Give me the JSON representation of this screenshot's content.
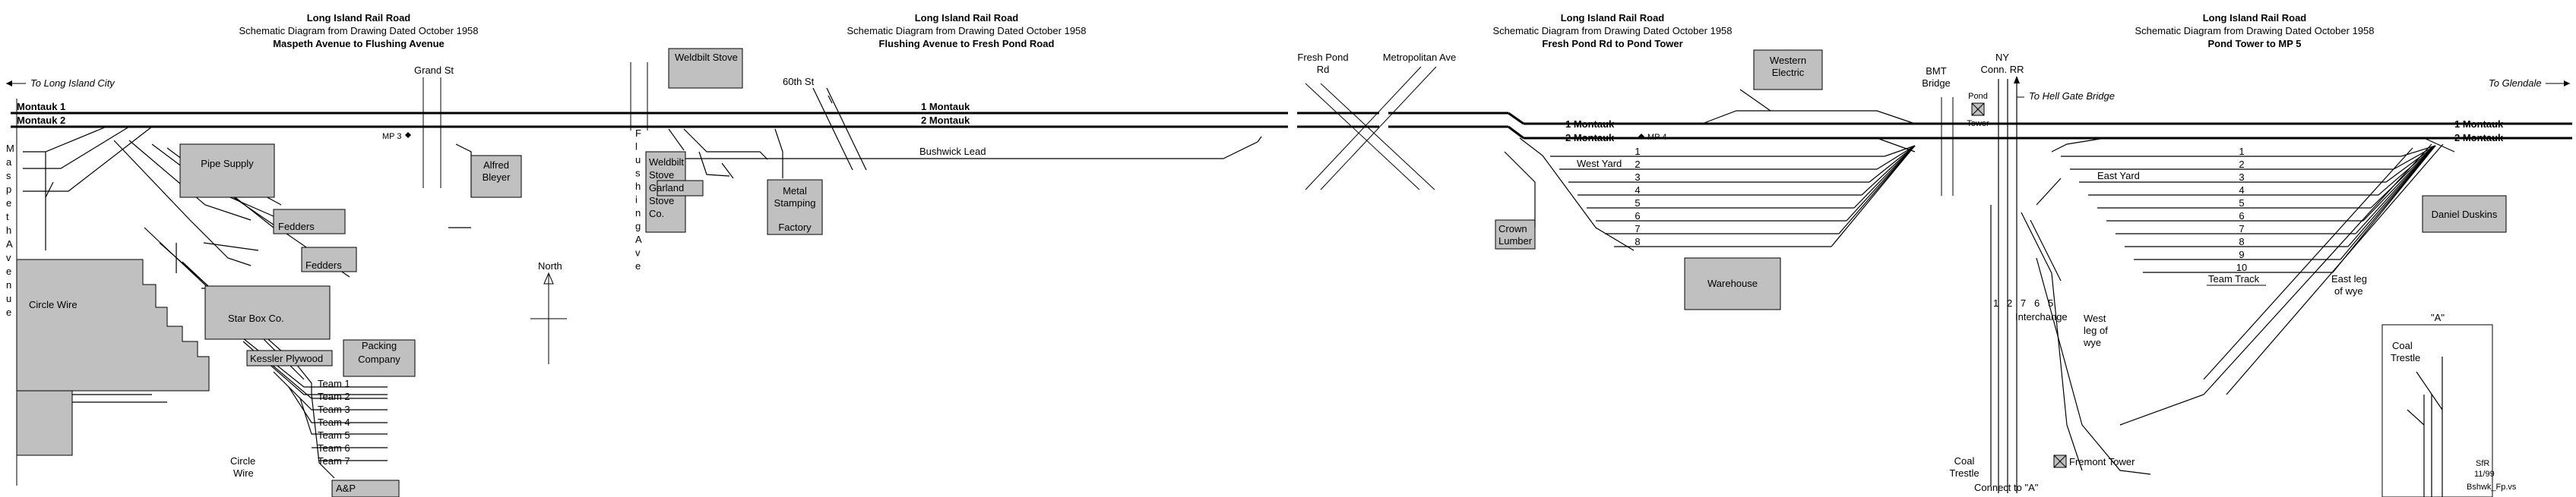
{
  "title_blocks": [
    {
      "title": "Long Island Rail Road",
      "subtitle": "Schematic Diagram from Drawing Dated October 1958",
      "section": "Maspeth Avenue to Flushing Avenue"
    },
    {
      "title": "Long Island Rail Road",
      "subtitle": "Schematic Diagram from Drawing Dated October 1958",
      "section": "Flushing Avenue to Fresh Pond Road"
    },
    {
      "title": "Long Island Rail Road",
      "subtitle": "Schematic Diagram from Drawing Dated October 1958",
      "section": "Fresh Pond Rd to Pond Tower"
    },
    {
      "title": "Long Island Rail Road",
      "subtitle": "Schematic Diagram from Drawing Dated October 1958",
      "section": "Pond Tower to MP 5"
    }
  ],
  "directions": {
    "west": "To Long Island City",
    "east": "To Glendale",
    "hell_gate": "To Hell Gate Bridge"
  },
  "tracks": {
    "montauk1": "Montauk 1",
    "montauk2": "Montauk 2",
    "one_montauk": "1 Montauk",
    "two_montauk": "2 Montauk",
    "bushwick": "Bushwick Lead",
    "team_track": "Team Track"
  },
  "mileposts": {
    "mp3": "MP 3",
    "mp4": "MP 4"
  },
  "streets": {
    "grand": "Grand St",
    "sixtieth": "60th St",
    "fresh_pond_1": "Fresh Pond",
    "fresh_pond_2": "Rd",
    "metropolitan": "Metropolitan Ave",
    "maspeth_vertical": "Maspeth Avenue",
    "flushing_vertical": "Flushing Ave",
    "bmt1": "BMT",
    "bridge": "Bridge",
    "ny": "NY",
    "conn": "Conn. RR",
    "pond1": "Pond",
    "pond2": "Tower"
  },
  "buildings": {
    "pipe_supply": "Pipe Supply",
    "fedders1": "Fedders",
    "fedders2": "Fedders",
    "circle_wire": "Circle Wire",
    "star_box": "Star Box Co.",
    "kessler": "Kessler Plywood",
    "packing1": "Packing",
    "packing2": "Company",
    "ap": "A&P",
    "alfred1": "Alfred",
    "alfred2": "Bleyer",
    "weldbilt_stove": "Weldbilt Stove",
    "weldbilt2_1": "Weldbilt",
    "weldbilt2_2": "Stove",
    "garland1": "Garland",
    "garland2": "Stove",
    "garland3": "Co.",
    "metal1": "Metal",
    "metal2": "Stamping",
    "metal3": "Factory",
    "western1": "Western",
    "western2": "Electric",
    "crown1": "Crown",
    "crown2": "Lumber",
    "warehouse": "Warehouse",
    "daniel": "Daniel Duskins"
  },
  "labels": {
    "north": "North",
    "circle_wire_1": "Circle",
    "circle_wire_2": "Wire",
    "west_yard": "West Yard",
    "east_yard": "East Yard",
    "interchange": "Interchange",
    "west_leg_1": "West",
    "west_leg_2": "leg of",
    "west_leg_3": "wye",
    "east_leg_1": "East leg",
    "east_leg_2": "of wye",
    "coal_trestle_1": "Coal",
    "coal_trestle_2": "Trestle",
    "connect_a": "Connect to \"A\"",
    "fremont": "Fremont Tower",
    "inset_a": "\"A\"",
    "inset_coal_1": "Coal",
    "inset_coal_2": "Trestle",
    "credit1": "SfR",
    "credit2": "11/99",
    "credit3": "Bshwk_Fp.vs",
    "interchange_nums": [
      "1",
      "2",
      "7",
      "6",
      "5"
    ]
  },
  "team_tracks": [
    "Team 1",
    "Team 2",
    "Team 3",
    "Team 4",
    "Team 5",
    "Team 6",
    "Team 7"
  ],
  "west_yard_tracks": [
    "1",
    "2",
    "3",
    "4",
    "5",
    "6",
    "7",
    "8"
  ],
  "east_yard_tracks": [
    "1",
    "2",
    "3",
    "4",
    "5",
    "6",
    "7",
    "8",
    "9",
    "10"
  ]
}
